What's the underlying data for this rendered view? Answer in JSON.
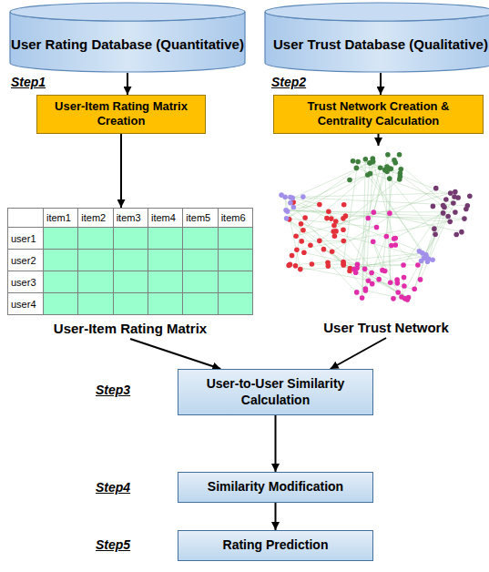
{
  "diagram": {
    "nodes": [
      {
        "text": [
          "User Rating Database (Quantitative)"
        ]
      },
      {
        "text": [
          "User Trust Database (Qualitative)"
        ]
      },
      {
        "text": [
          "User-Item Rating Matrix Creation"
        ]
      },
      {
        "text": [
          "Trust Network Creation & Centrality Calculation"
        ]
      },
      {
        "text": [
          "User-Item Rating Matrix"
        ]
      },
      {
        "text": [
          "User Trust Network"
        ]
      },
      {
        "text": [
          "User-to-User Similarity Calculation"
        ]
      },
      {
        "text": [
          "Similarity Modification"
        ]
      },
      {
        "text": [
          "Rating Prediction"
        ]
      }
    ],
    "edges": [
      {
        "from": 0,
        "to": 2,
        "arrow": "to"
      },
      {
        "from": 1,
        "to": 3,
        "arrow": "to"
      },
      {
        "from": 2,
        "to": 4,
        "arrow": "to"
      },
      {
        "from": 3,
        "to": 5,
        "arrow": "to"
      },
      {
        "from": 4,
        "to": 6,
        "arrow": "to"
      },
      {
        "from": 5,
        "to": 6,
        "arrow": "to"
      },
      {
        "from": 6,
        "to": 7,
        "arrow": "to"
      },
      {
        "from": 7,
        "to": 8,
        "arrow": "to"
      }
    ],
    "labels": [
      "Step1",
      "Step2",
      "item1",
      "item2",
      "item3",
      "item4",
      "item5",
      "item6",
      "user1",
      "user2",
      "user3",
      "user4",
      "Step3",
      "Step4",
      "Step5"
    ]
  }
}
